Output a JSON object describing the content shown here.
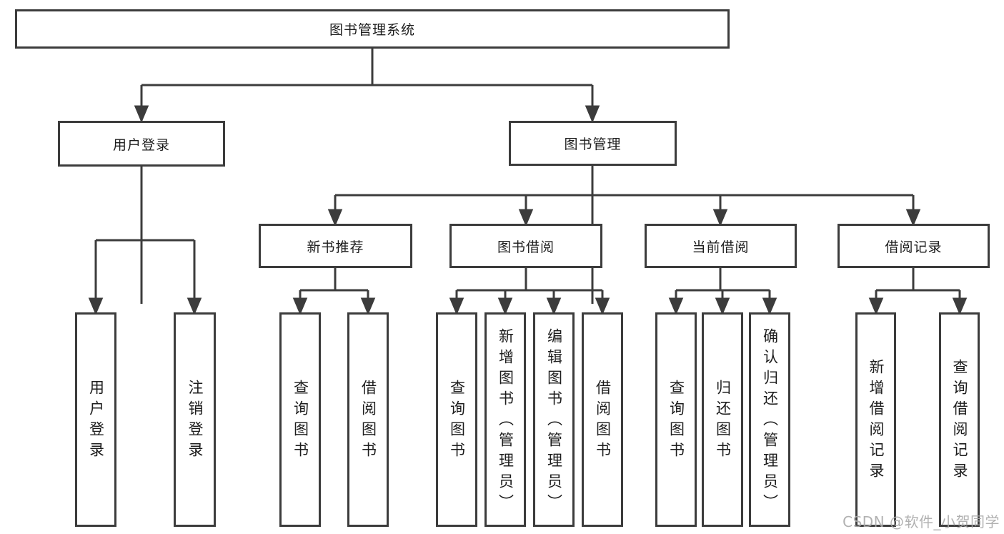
{
  "diagram": {
    "title": "图书管理系统",
    "branches": [
      {
        "label": "用户登录",
        "children": [
          {
            "label": "用户登录"
          },
          {
            "label": "注销登录"
          }
        ]
      },
      {
        "label": "图书管理",
        "children": [
          {
            "label": "新书推荐",
            "children": [
              {
                "label": "查询图书"
              },
              {
                "label": "借阅图书"
              }
            ]
          },
          {
            "label": "图书借阅",
            "children": [
              {
                "label": "查询图书"
              },
              {
                "label": "新增图书（管理员）"
              },
              {
                "label": "编辑图书（管理员）"
              },
              {
                "label": "借阅图书"
              }
            ]
          },
          {
            "label": "当前借阅",
            "children": [
              {
                "label": "查询图书"
              },
              {
                "label": "归还图书"
              },
              {
                "label": "确认归还（管理员）"
              }
            ]
          },
          {
            "label": "借阅记录",
            "children": [
              {
                "label": "新增借阅记录"
              },
              {
                "label": "查询借阅记录"
              }
            ]
          }
        ]
      }
    ]
  },
  "watermark": {
    "text": "CSDN @软件_小贺同学"
  },
  "colors": {
    "line": "#3c3c3c",
    "text": "#1d1d1d",
    "background": "#ffffff"
  }
}
